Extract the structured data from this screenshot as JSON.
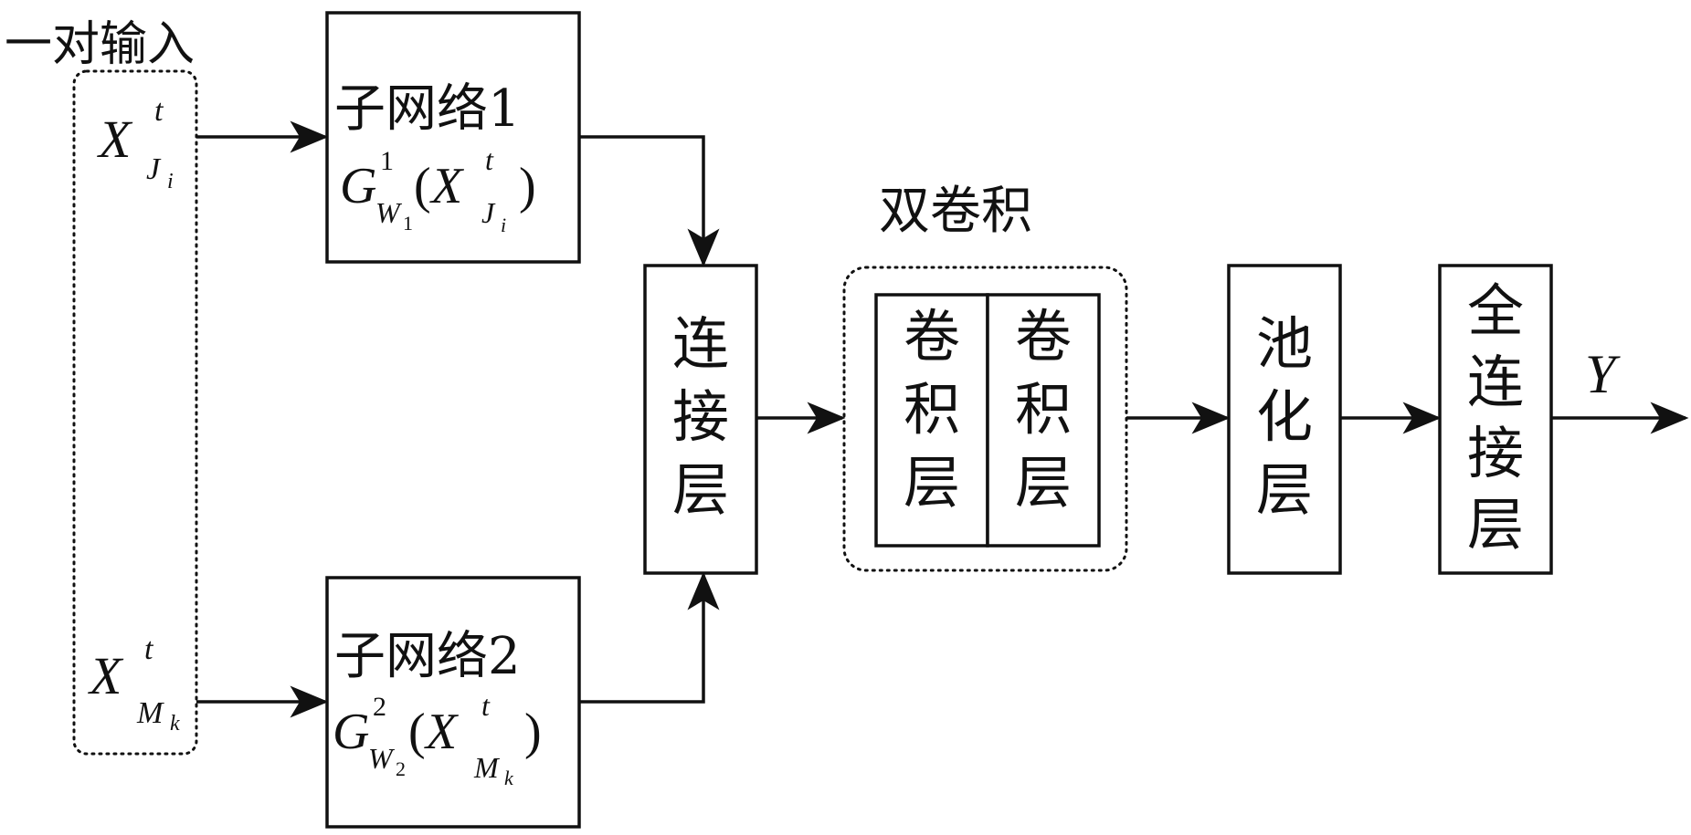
{
  "input_group": {
    "title": "一对输入",
    "input_top": {
      "main": "X",
      "sup": "t",
      "sub": "J",
      "subsub": "i"
    },
    "input_bottom": {
      "main": "X",
      "sup": "t",
      "sub": "M",
      "subsub": "k"
    }
  },
  "subnet1": {
    "label": "子网络1",
    "func": {
      "g": "G",
      "gsup": "1",
      "gsub": "W",
      "gsubsub": "1",
      "open": "(",
      "x": "X",
      "xsup": "t",
      "xsub": "J",
      "xsubsub": "i",
      "close": ")"
    }
  },
  "subnet2": {
    "label": "子网络2",
    "func": {
      "g": "G",
      "gsup": "2",
      "gsub": "W",
      "gsubsub": "2",
      "open": "(",
      "x": "X",
      "xsup": "t",
      "xsub": "M",
      "xsubsub": "k",
      "close": ")"
    }
  },
  "concat_layer": {
    "chars": [
      "连",
      "接",
      "层"
    ]
  },
  "double_conv": {
    "title": "双卷积",
    "conv1": {
      "chars": [
        "卷",
        "积",
        "层"
      ]
    },
    "conv2": {
      "chars": [
        "卷",
        "积",
        "层"
      ]
    }
  },
  "pool_layer": {
    "chars": [
      "池",
      "化",
      "层"
    ]
  },
  "fc_layer": {
    "chars": [
      "全",
      "连",
      "接",
      "层"
    ]
  },
  "output": {
    "label": "Y"
  }
}
